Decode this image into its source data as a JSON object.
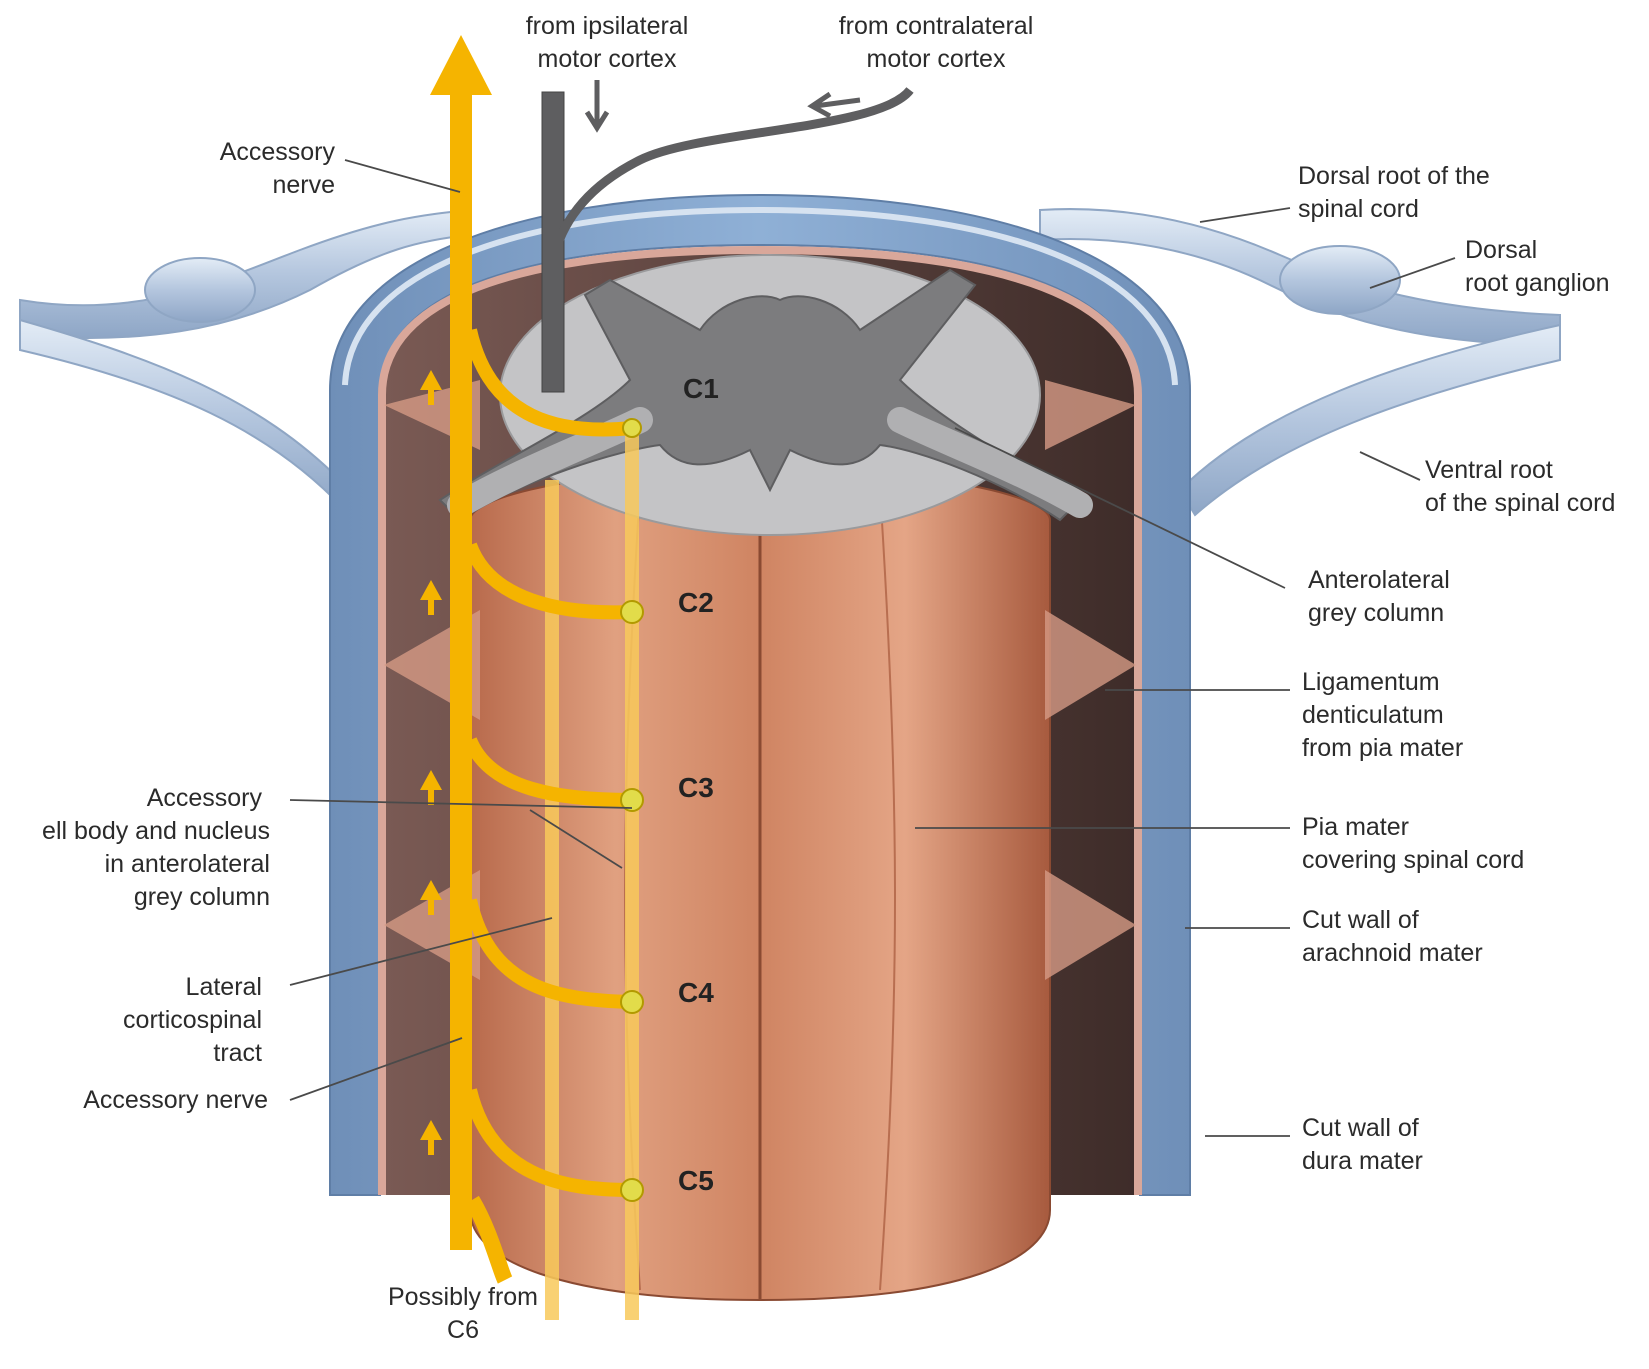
{
  "labels": {
    "from_ipsilateral": [
      "from ipsilateral",
      "motor cortex"
    ],
    "from_contralateral": [
      "from contralateral",
      "motor cortex"
    ],
    "accessory_nerve_top": [
      "Accessory",
      "nerve"
    ],
    "dorsal_root": [
      "Dorsal root of the",
      "spinal cord"
    ],
    "dorsal_root_ganglion": [
      "Dorsal",
      "root ganglion"
    ],
    "ventral_root": [
      "Ventral root",
      "of the spinal cord"
    ],
    "anterolateral_grey_column": [
      "Anterolateral",
      "grey column"
    ],
    "ligamentum_denticulatum": [
      "Ligamentum",
      "denticulatum",
      "from pia mater"
    ],
    "pia_mater": [
      "Pia mater",
      "covering spinal cord"
    ],
    "arachnoid_mater": [
      "Cut wall of",
      "arachnoid mater"
    ],
    "dura_mater": [
      "Cut wall of",
      "dura mater"
    ],
    "accessory_nucleus": [
      "Accessory",
      "ell body and nucleus",
      "in anterolateral",
      "grey column"
    ],
    "lateral_corticospinal_tract": [
      "Lateral",
      "corticospinal",
      "tract"
    ],
    "accessory_nerve_bottom": [
      "Accessory nerve"
    ],
    "possibly_from_c6": [
      "Possibly from",
      "C6"
    ]
  },
  "segments": [
    "C1",
    "C2",
    "C3",
    "C4",
    "C5"
  ],
  "colors": {
    "dura": "#7f9fc6",
    "dura_light": "#c9d8ea",
    "pia": "#d48a68",
    "pia_light": "#e6a88a",
    "grey_matter": "#7c7c7e",
    "white_matter": "#c4c4c6",
    "nerve_yellow": "#f5b400",
    "tract_yellow": "#f8c95a",
    "roots": "#b7c8e0",
    "cavity": "#5a4440"
  }
}
